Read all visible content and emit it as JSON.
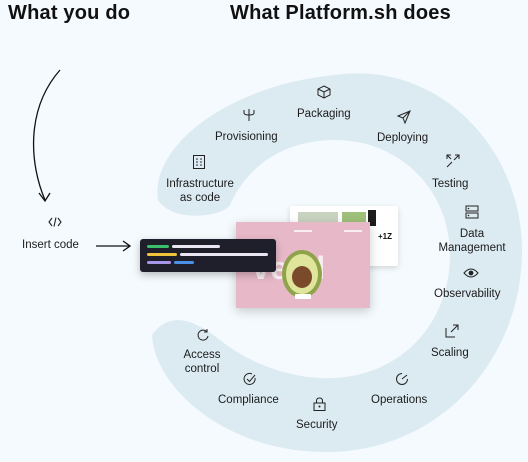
{
  "header": {
    "left_title": "What you do",
    "right_title": "What Platform.sh does"
  },
  "user": {
    "insert_code_label": "Insert code"
  },
  "platform_steps": [
    {
      "label": "Packaging",
      "icon": "box-icon"
    },
    {
      "label": "Deploying",
      "icon": "paper-plane-icon"
    },
    {
      "label": "Provisioning",
      "icon": "fork-icon"
    },
    {
      "label": "Testing",
      "icon": "arrows-out-icon"
    },
    {
      "label": "Infrastructure as code",
      "icon": "server-rack-icon"
    },
    {
      "label": "Data Management",
      "icon": "database-icon"
    },
    {
      "label": "Observability",
      "icon": "eye-icon"
    },
    {
      "label": "Scaling",
      "icon": "expand-icon"
    },
    {
      "label": "Access control",
      "icon": "refresh-icon"
    },
    {
      "label": "Compliance",
      "icon": "check-circle-icon"
    },
    {
      "label": "Operations",
      "icon": "gauge-icon"
    },
    {
      "label": "Security",
      "icon": "lock-icon"
    }
  ],
  "mockup": {
    "hero_text": "veell",
    "mini_card_text": "+1Z"
  },
  "colors": {
    "ring": "#dceaf2",
    "background": "#f4fafd",
    "code_bg": "#1f1f2b",
    "site_pink": "#e6b8c8",
    "code_green": "#3bbf6a",
    "code_yellow": "#f0c43a",
    "code_blue": "#4a8fe8",
    "code_white": "#e9e6f2",
    "code_purple": "#a996e8"
  }
}
